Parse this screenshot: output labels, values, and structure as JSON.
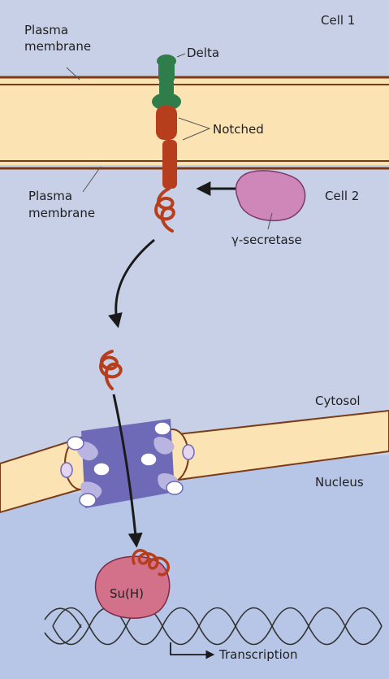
{
  "labels": {
    "cell1": "Cell 1",
    "cell2": "Cell 2",
    "plasma_top_1": "Plasma",
    "plasma_top_2": "membrane",
    "plasma_bottom_1": "Plasma",
    "plasma_bottom_2": "membrane",
    "delta": "Delta",
    "notched": "Notched",
    "gamma_secretase": "γ-secretase",
    "cytosol": "Cytosol",
    "nucleus": "Nucleus",
    "suh": "Su(H)",
    "transcription": "Transcription"
  },
  "colors": {
    "cell_bg": "#c7d0e6",
    "nucleus_bg": "#b7c6e6",
    "membrane_fill": "#fbe3b4",
    "membrane_line": "#7a3b17",
    "delta": "#2f7d4a",
    "notch": "#b63e1c",
    "secretase": "#cf86b8",
    "nuclear_pore": "#6e6ab8",
    "pore_ring": "#ffffff",
    "suh": "#d3708a",
    "dna": "#333333"
  }
}
